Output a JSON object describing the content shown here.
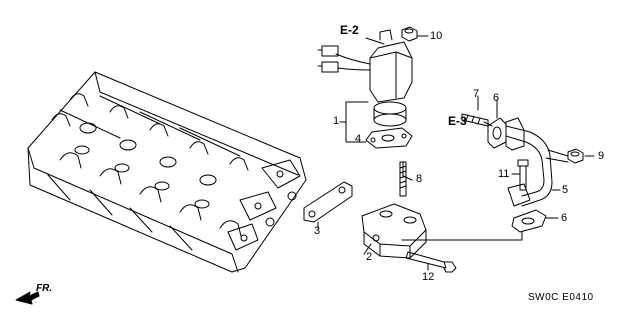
{
  "diagram": {
    "callouts": [
      "1",
      "2",
      "3",
      "4",
      "5",
      "6",
      "6",
      "7",
      "8",
      "9",
      "10",
      "11",
      "12"
    ],
    "references": [
      "E-2",
      "E-3"
    ],
    "direction_label": "FR.",
    "diagram_code": "SW0C E0410"
  }
}
